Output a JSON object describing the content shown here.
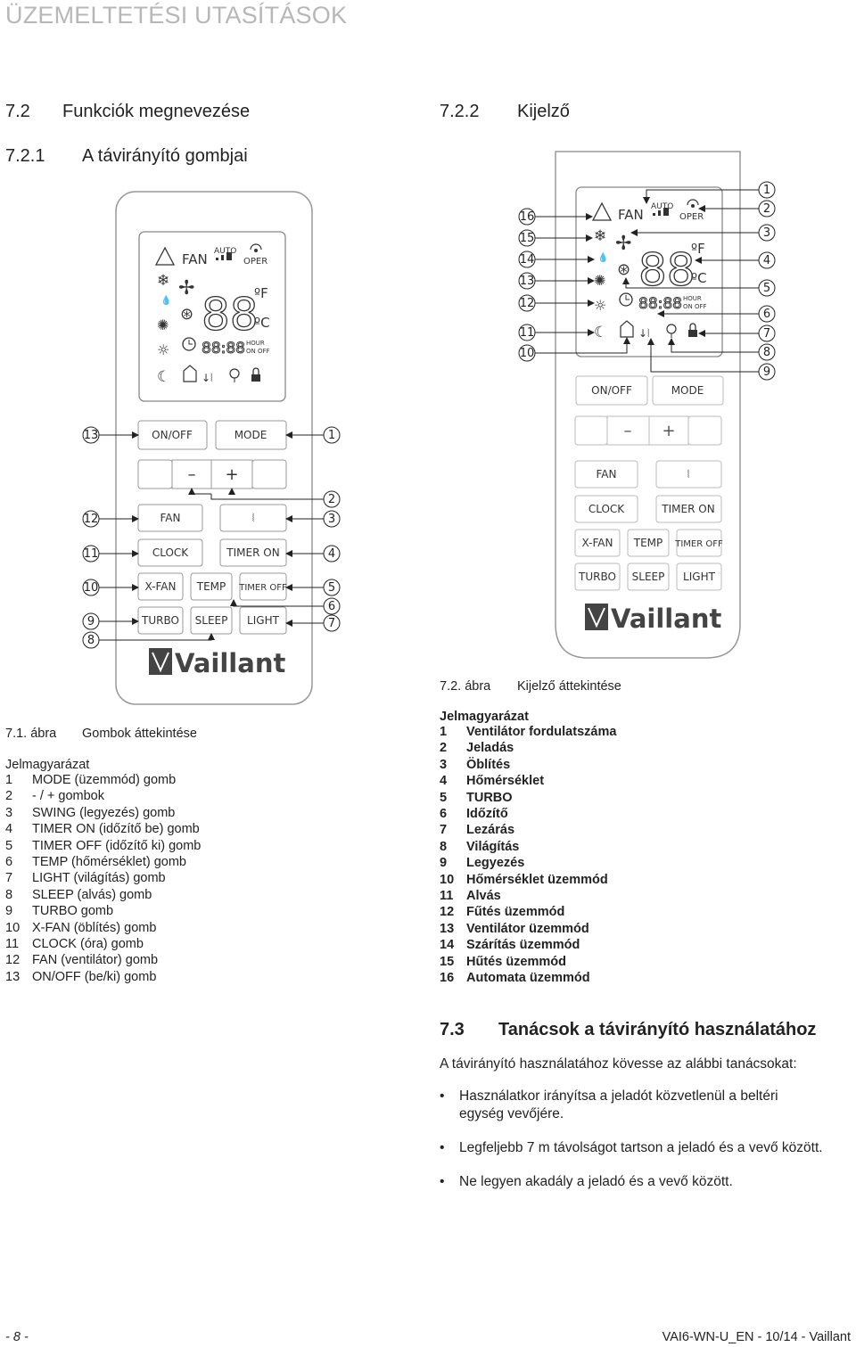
{
  "header": {
    "title": "ÜZEMELTETÉSI UTASÍTÁSOK"
  },
  "sections": {
    "s72": {
      "num": "7.2",
      "title": "Funkciók megnevezése"
    },
    "s721": {
      "num": "7.2.1",
      "title": "A távirányító gombjai"
    },
    "s722": {
      "num": "7.2.2",
      "title": "Kijelző"
    }
  },
  "remote": {
    "brand": "Vaillant",
    "lcd": {
      "fan": "FAN",
      "auto": "AUTO",
      "oper": "OPER",
      "temp_digits": "88",
      "deg_f": "ºF",
      "deg_c": "ºC",
      "time_digits": "88:88",
      "hour": "HOUR",
      "on_off": "ON OFF"
    },
    "buttons": {
      "on_off": "ON/OFF",
      "mode": "MODE",
      "minus": "–",
      "plus": "+",
      "fan": "FAN",
      "swing": "⦚",
      "clock": "CLOCK",
      "timer_on": "TIMER ON",
      "xfan": "X-FAN",
      "temp": "TEMP",
      "timer_off": "TIMER OFF",
      "turbo": "TURBO",
      "sleep": "SLEEP",
      "light": "LIGHT"
    }
  },
  "fig1": {
    "callouts_left": [
      "13",
      "12",
      "11",
      "10",
      "9",
      "8"
    ],
    "callouts_right": [
      "1",
      "2",
      "3",
      "4",
      "5",
      "6",
      "7"
    ],
    "caption_num": "7.1. ábra",
    "caption_text": "Gombok áttekintése",
    "legend_head": "Jelmagyarázat",
    "legend": [
      {
        "n": "1",
        "t": "MODE (üzemmód) gomb"
      },
      {
        "n": "2",
        "t": "- / + gombok"
      },
      {
        "n": "3",
        "t": "SWING (legyezés) gomb"
      },
      {
        "n": "4",
        "t": "TIMER ON (időzítő be) gomb"
      },
      {
        "n": "5",
        "t": "TIMER OFF (időzítő ki) gomb"
      },
      {
        "n": "6",
        "t": "TEMP (hőmérséklet) gomb"
      },
      {
        "n": "7",
        "t": "LIGHT (világítás) gomb"
      },
      {
        "n": "8",
        "t": "SLEEP (alvás) gomb"
      },
      {
        "n": "9",
        "t": "TURBO gomb"
      },
      {
        "n": "10",
        "t": "X-FAN (öblítés) gomb"
      },
      {
        "n": "11",
        "t": "CLOCK (óra) gomb"
      },
      {
        "n": "12",
        "t": "FAN (ventilátor) gomb"
      },
      {
        "n": "13",
        "t": "ON/OFF (be/ki) gomb"
      }
    ]
  },
  "fig2": {
    "callouts_left": [
      "16",
      "15",
      "14",
      "13",
      "12",
      "11",
      "10"
    ],
    "callouts_right": [
      "1",
      "2",
      "3",
      "4",
      "5",
      "6",
      "7",
      "8",
      "9"
    ],
    "caption_num": "7.2. ábra",
    "caption_text": "Kijelző áttekintése",
    "legend_head": "Jelmagyarázat",
    "legend": [
      {
        "n": "1",
        "t": "Ventilátor fordulatszáma"
      },
      {
        "n": "2",
        "t": "Jeladás"
      },
      {
        "n": "3",
        "t": "Öblítés"
      },
      {
        "n": "4",
        "t": "Hőmérséklet"
      },
      {
        "n": "5",
        "t": "TURBO"
      },
      {
        "n": "6",
        "t": "Időzítő"
      },
      {
        "n": "7",
        "t": "Lezárás"
      },
      {
        "n": "8",
        "t": "Világítás"
      },
      {
        "n": "9",
        "t": "Legyezés"
      },
      {
        "n": "10",
        "t": "Hőmérséklet üzemmód"
      },
      {
        "n": "11",
        "t": "Alvás"
      },
      {
        "n": "12",
        "t": "Fűtés üzemmód"
      },
      {
        "n": "13",
        "t": "Ventilátor üzemmód"
      },
      {
        "n": "14",
        "t": "Szárítás üzemmód"
      },
      {
        "n": "15",
        "t": "Hűtés üzemmód"
      },
      {
        "n": "16",
        "t": "Automata üzemmód"
      }
    ]
  },
  "s73": {
    "num": "7.3",
    "title": "Tanácsok a távirányító használatához",
    "intro": "A távirányító használatához kövesse az alábbi tanácsokat:",
    "bullets": [
      "Használatkor irányítsa a jeladót közvetlenül a beltéri egység vevőjére.",
      "Legfeljebb 7 m távolságot tartson a jeladó és a vevő között.",
      "Ne legyen akadály a jeladó és a vevő között."
    ],
    "bullet_glyph": "•"
  },
  "footer": {
    "page": "- 8 -",
    "doc": "VAI6-WN-U_EN - 10/14 - Vaillant"
  }
}
